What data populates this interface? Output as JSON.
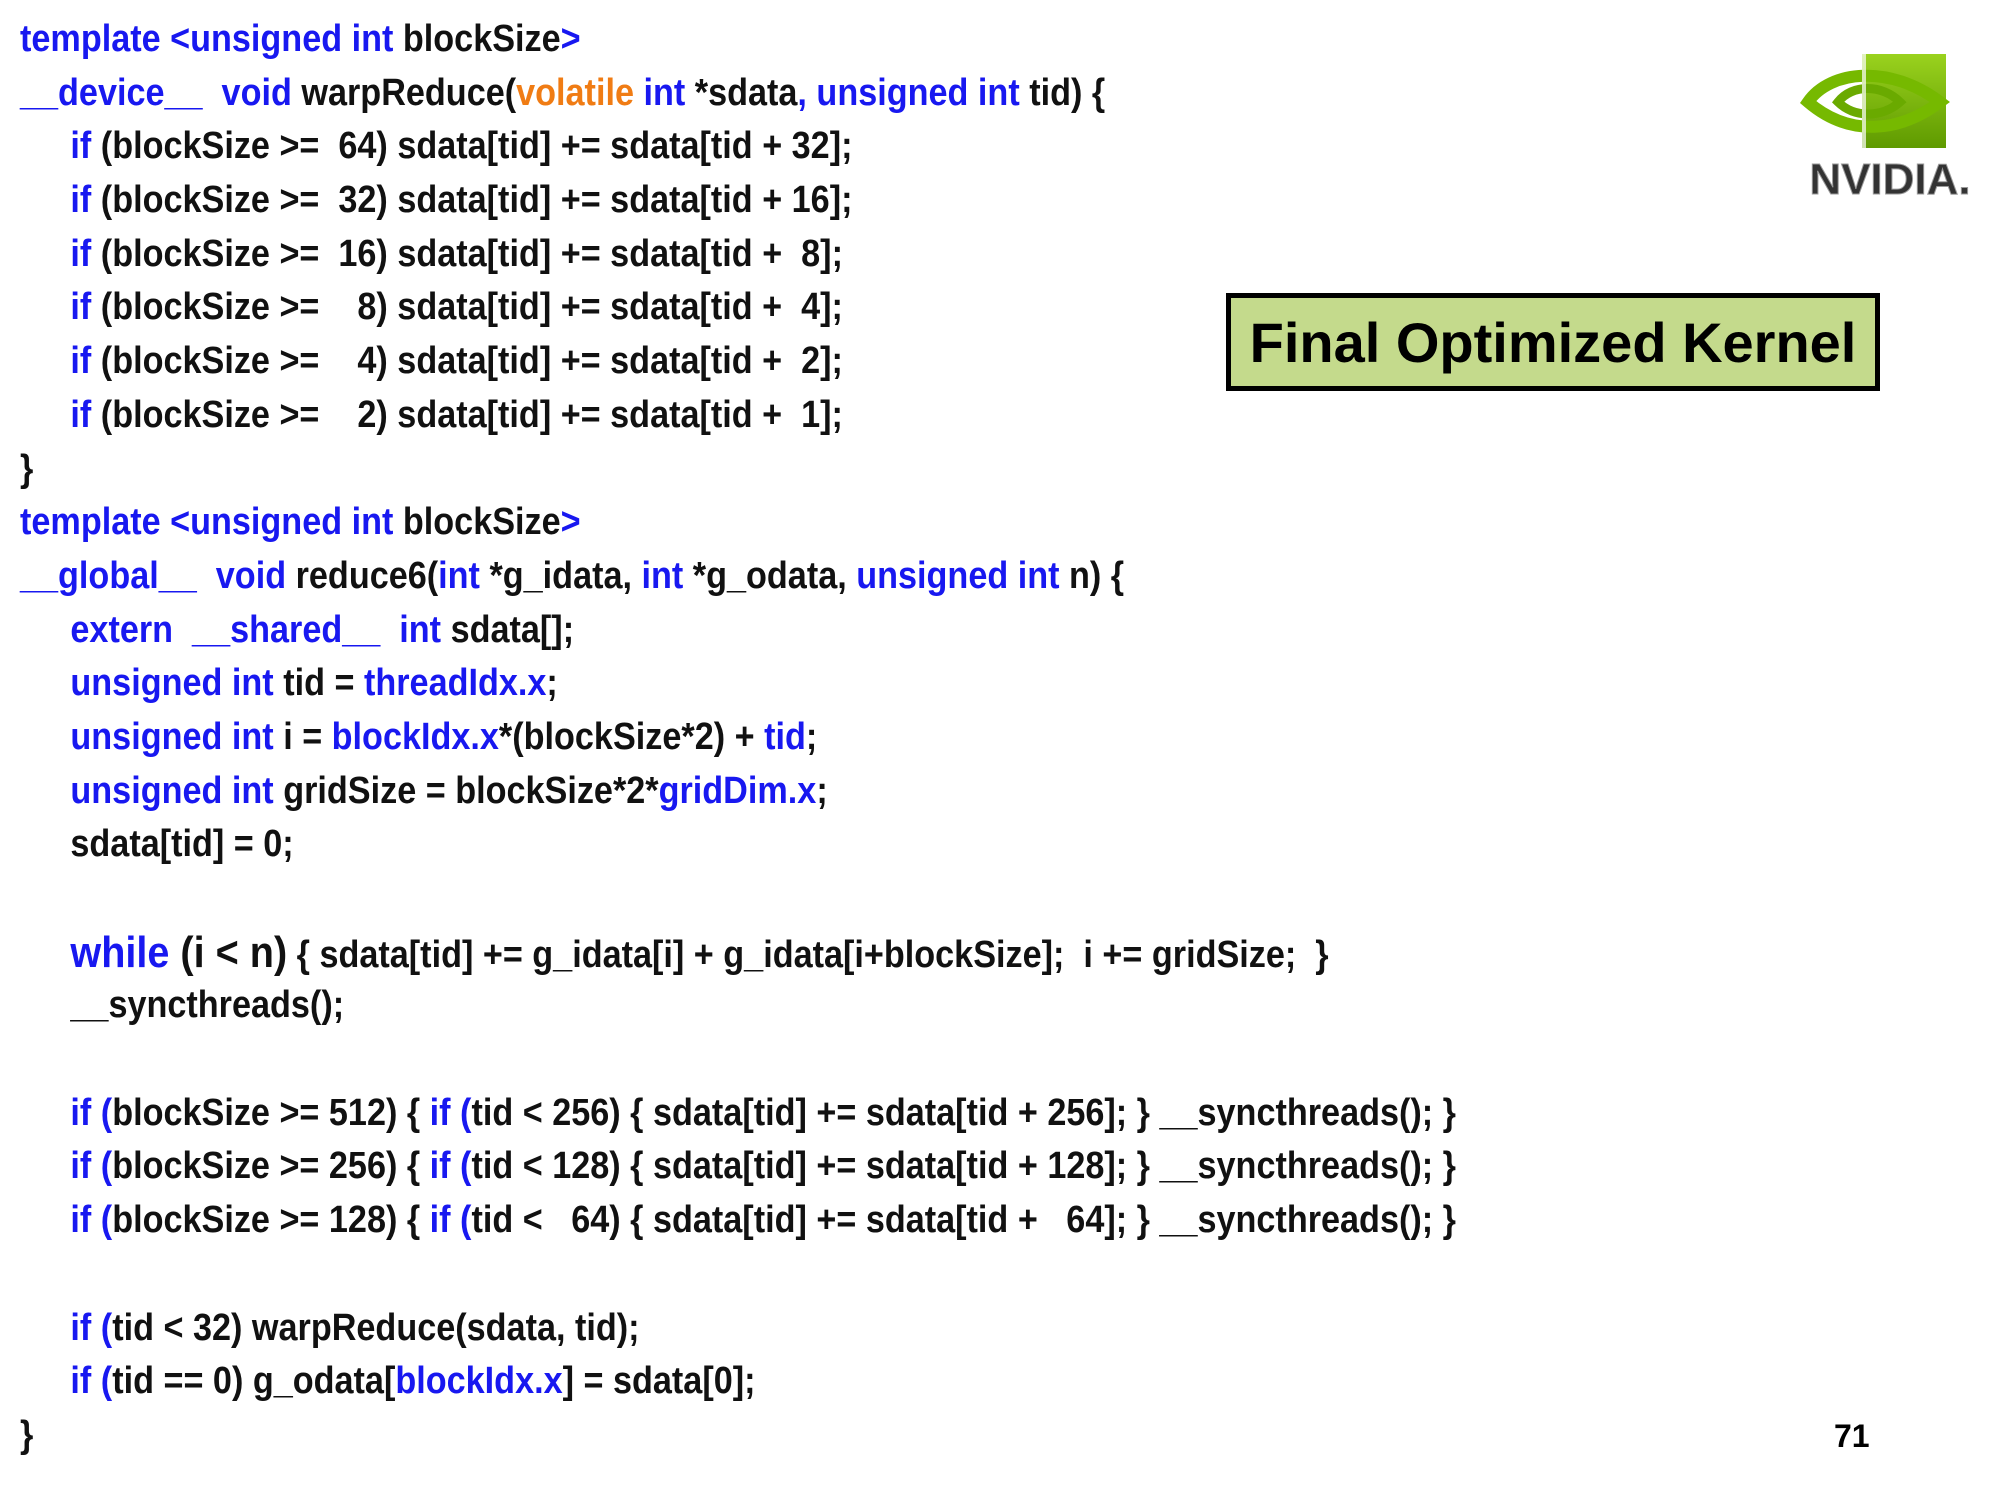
{
  "colors": {
    "keyword": "#1818f0",
    "qualifier": "#f07c14",
    "box_fill": "#c4da8c",
    "logo_green": "#76b900"
  },
  "title_box": {
    "label": "Final Optimized Kernel"
  },
  "logo": {
    "text": "NVIDIA."
  },
  "page_number": "71",
  "code_lines": [
    {
      "indent": 0,
      "tokens": [
        {
          "t": "template <unsigned int",
          "c": "k"
        },
        {
          "t": " blockSize",
          "c": ""
        },
        {
          "t": ">",
          "c": "k"
        }
      ]
    },
    {
      "indent": 0,
      "tokens": [
        {
          "t": "__device__  void",
          "c": "k"
        },
        {
          "t": " warpReduce(",
          "c": ""
        },
        {
          "t": "volatile",
          "c": "o"
        },
        {
          "t": " int",
          "c": "k"
        },
        {
          "t": " *sdata",
          "c": ""
        },
        {
          "t": ", unsigned int",
          "c": "k"
        },
        {
          "t": " tid) {",
          "c": ""
        }
      ]
    },
    {
      "indent": 1,
      "tokens": [
        {
          "t": "if",
          "c": "k"
        },
        {
          "t": " (blockSize >=  64) sdata[tid] += sdata[tid + 32];",
          "c": ""
        }
      ]
    },
    {
      "indent": 1,
      "tokens": [
        {
          "t": "if",
          "c": "k"
        },
        {
          "t": " (blockSize >=  32) sdata[tid] += sdata[tid + 16];",
          "c": ""
        }
      ]
    },
    {
      "indent": 1,
      "tokens": [
        {
          "t": "if",
          "c": "k"
        },
        {
          "t": " (blockSize >=  16) sdata[tid] += sdata[tid +  8];",
          "c": ""
        }
      ]
    },
    {
      "indent": 1,
      "tokens": [
        {
          "t": "if",
          "c": "k"
        },
        {
          "t": " (blockSize >=    8) sdata[tid] += sdata[tid +  4];",
          "c": ""
        }
      ]
    },
    {
      "indent": 1,
      "tokens": [
        {
          "t": "if",
          "c": "k"
        },
        {
          "t": " (blockSize >=    4) sdata[tid] += sdata[tid +  2];",
          "c": ""
        }
      ]
    },
    {
      "indent": 1,
      "tokens": [
        {
          "t": "if",
          "c": "k"
        },
        {
          "t": " (blockSize >=    2) sdata[tid] += sdata[tid +  1];",
          "c": ""
        }
      ]
    },
    {
      "indent": 0,
      "tokens": [
        {
          "t": "}",
          "c": ""
        }
      ]
    },
    {
      "indent": 0,
      "tokens": [
        {
          "t": "template <unsigned int",
          "c": "k"
        },
        {
          "t": " blockSize",
          "c": ""
        },
        {
          "t": ">",
          "c": "k"
        }
      ]
    },
    {
      "indent": 0,
      "tokens": [
        {
          "t": "__global__  void",
          "c": "k"
        },
        {
          "t": " reduce6(",
          "c": ""
        },
        {
          "t": "int",
          "c": "k"
        },
        {
          "t": " *g_idata, ",
          "c": ""
        },
        {
          "t": "int",
          "c": "k"
        },
        {
          "t": " *g_odata, ",
          "c": ""
        },
        {
          "t": "unsigned int",
          "c": "k"
        },
        {
          "t": " n) {",
          "c": ""
        }
      ]
    },
    {
      "indent": 1,
      "tokens": [
        {
          "t": "extern  __shared__  int",
          "c": "k"
        },
        {
          "t": " sdata[];",
          "c": ""
        }
      ]
    },
    {
      "indent": 1,
      "tokens": [
        {
          "t": "unsigned int",
          "c": "k"
        },
        {
          "t": " tid = ",
          "c": ""
        },
        {
          "t": "threadIdx.x",
          "c": "k"
        },
        {
          "t": ";",
          "c": ""
        }
      ]
    },
    {
      "indent": 1,
      "tokens": [
        {
          "t": "unsigned int",
          "c": "k"
        },
        {
          "t": " i = ",
          "c": ""
        },
        {
          "t": "blockIdx.x",
          "c": "k"
        },
        {
          "t": "*(blockSize*2) + ",
          "c": ""
        },
        {
          "t": "tid",
          "c": "k"
        },
        {
          "t": ";",
          "c": ""
        }
      ]
    },
    {
      "indent": 1,
      "tokens": [
        {
          "t": "unsigned int",
          "c": "k"
        },
        {
          "t": " gridSize = blockSize*2*",
          "c": ""
        },
        {
          "t": "gridDim.x",
          "c": "k"
        },
        {
          "t": ";",
          "c": ""
        }
      ]
    },
    {
      "indent": 1,
      "tokens": [
        {
          "t": "sdata[tid] = 0;",
          "c": ""
        }
      ]
    },
    {
      "indent": 1,
      "tokens": []
    },
    {
      "indent": 1,
      "tokens": [
        {
          "t": "while",
          "c": "k b"
        },
        {
          "t": " (i < n)",
          "c": "b"
        },
        {
          "t": " { sdata[tid] += g_idata[i] + g_idata[i+blockSize];  i += gridSize;  }",
          "c": ""
        }
      ]
    },
    {
      "indent": 1,
      "tokens": [
        {
          "t": "__syncthreads();",
          "c": ""
        }
      ]
    },
    {
      "indent": 1,
      "tokens": []
    },
    {
      "indent": 1,
      "tokens": [
        {
          "t": "if (",
          "c": "k"
        },
        {
          "t": "blockSize >= 512) { ",
          "c": ""
        },
        {
          "t": "if (",
          "c": "k"
        },
        {
          "t": "tid < 256) { sdata[tid] += sdata[tid + 256]; } __syncthreads(); }",
          "c": ""
        }
      ]
    },
    {
      "indent": 1,
      "tokens": [
        {
          "t": "if (",
          "c": "k"
        },
        {
          "t": "blockSize >= 256) { ",
          "c": ""
        },
        {
          "t": "if (",
          "c": "k"
        },
        {
          "t": "tid < 128) { sdata[tid] += sdata[tid + 128]; } __syncthreads(); }",
          "c": ""
        }
      ]
    },
    {
      "indent": 1,
      "tokens": [
        {
          "t": "if (",
          "c": "k"
        },
        {
          "t": "blockSize >= 128) { ",
          "c": ""
        },
        {
          "t": "if (",
          "c": "k"
        },
        {
          "t": "tid <   64) { sdata[tid] += sdata[tid +   64]; } __syncthreads(); }",
          "c": ""
        }
      ]
    },
    {
      "indent": 1,
      "tokens": []
    },
    {
      "indent": 1,
      "tokens": [
        {
          "t": "if (",
          "c": "k"
        },
        {
          "t": "tid < 32) warpReduce(sdata, tid);",
          "c": ""
        }
      ]
    },
    {
      "indent": 1,
      "tokens": [
        {
          "t": "if (",
          "c": "k"
        },
        {
          "t": "tid == 0) g_odata[",
          "c": ""
        },
        {
          "t": "blockIdx.x",
          "c": "k"
        },
        {
          "t": "] = sdata[0];",
          "c": ""
        }
      ]
    },
    {
      "indent": 0,
      "tokens": [
        {
          "t": "}",
          "c": ""
        }
      ]
    }
  ]
}
